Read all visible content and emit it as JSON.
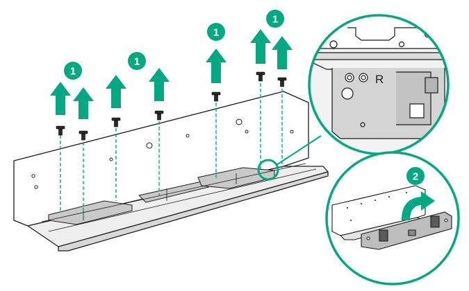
{
  "colors": {
    "accent": "#01a982",
    "line": "#1a1a1a",
    "fill": "#ffffff",
    "metal": "#e6e6e6"
  },
  "callouts": {
    "step_remove": "1",
    "step_rotate": "2"
  },
  "zoom_detail": {
    "side_marker": "R"
  },
  "icons": [
    "arrow-up-icon",
    "screw-icon",
    "curved-arrow-icon"
  ]
}
